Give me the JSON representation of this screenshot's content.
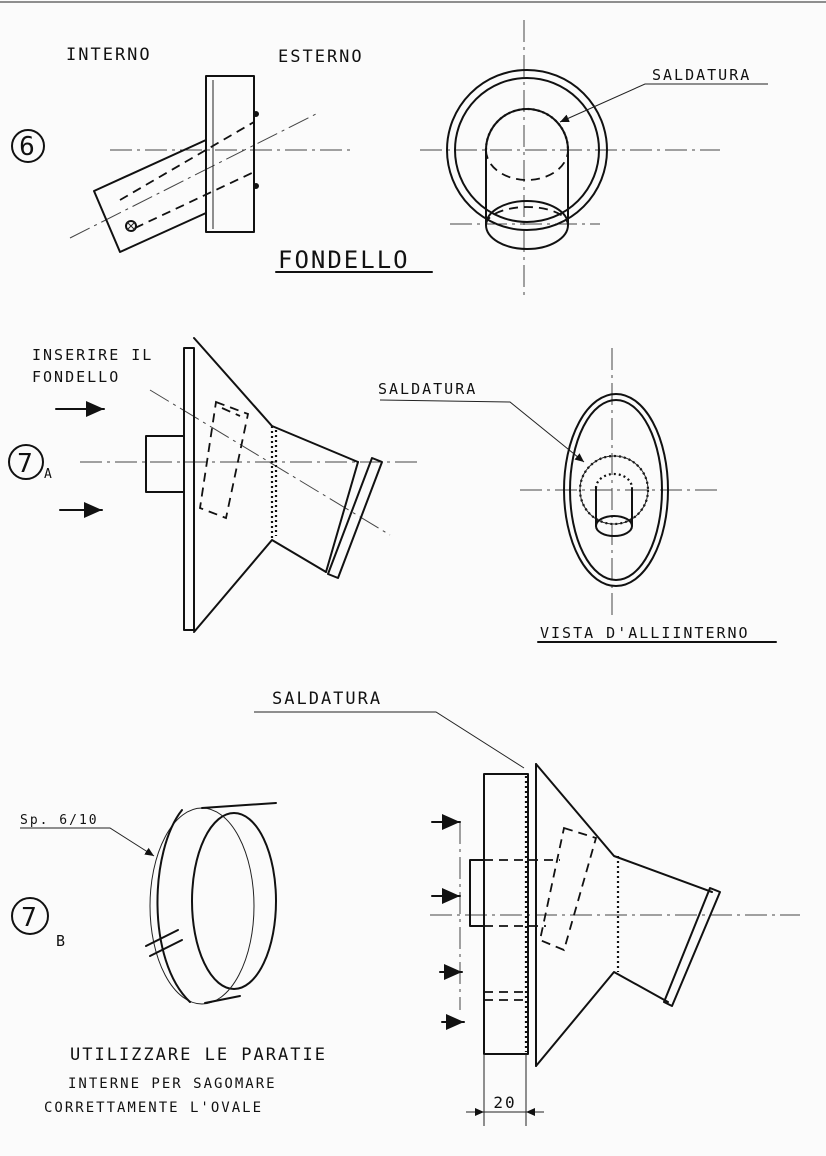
{
  "step6": {
    "number": "6",
    "label_interno": "INTERNO",
    "label_esterno": "ESTERNO",
    "label_saldatura": "SALDATURA",
    "title_fondello": "FONDELLO"
  },
  "step7a": {
    "number": "7",
    "suffix": "A",
    "instruction_line1": "INSERIRE IL",
    "instruction_line2": "FONDELLO",
    "label_saldatura": "SALDATURA",
    "view_caption": "VISTA D'ALLIINTERNO"
  },
  "step7b": {
    "number": "7",
    "suffix": "B",
    "label_saldatura": "SALDATURA",
    "thickness_label": "Sp. 6/10",
    "note_line1": "UTILIZZARE LE PARATIE",
    "note_line2": "INTERNE PER SAGOMARE",
    "note_line3": "CORRETTAMENTE L'OVALE",
    "dimension": "20"
  }
}
